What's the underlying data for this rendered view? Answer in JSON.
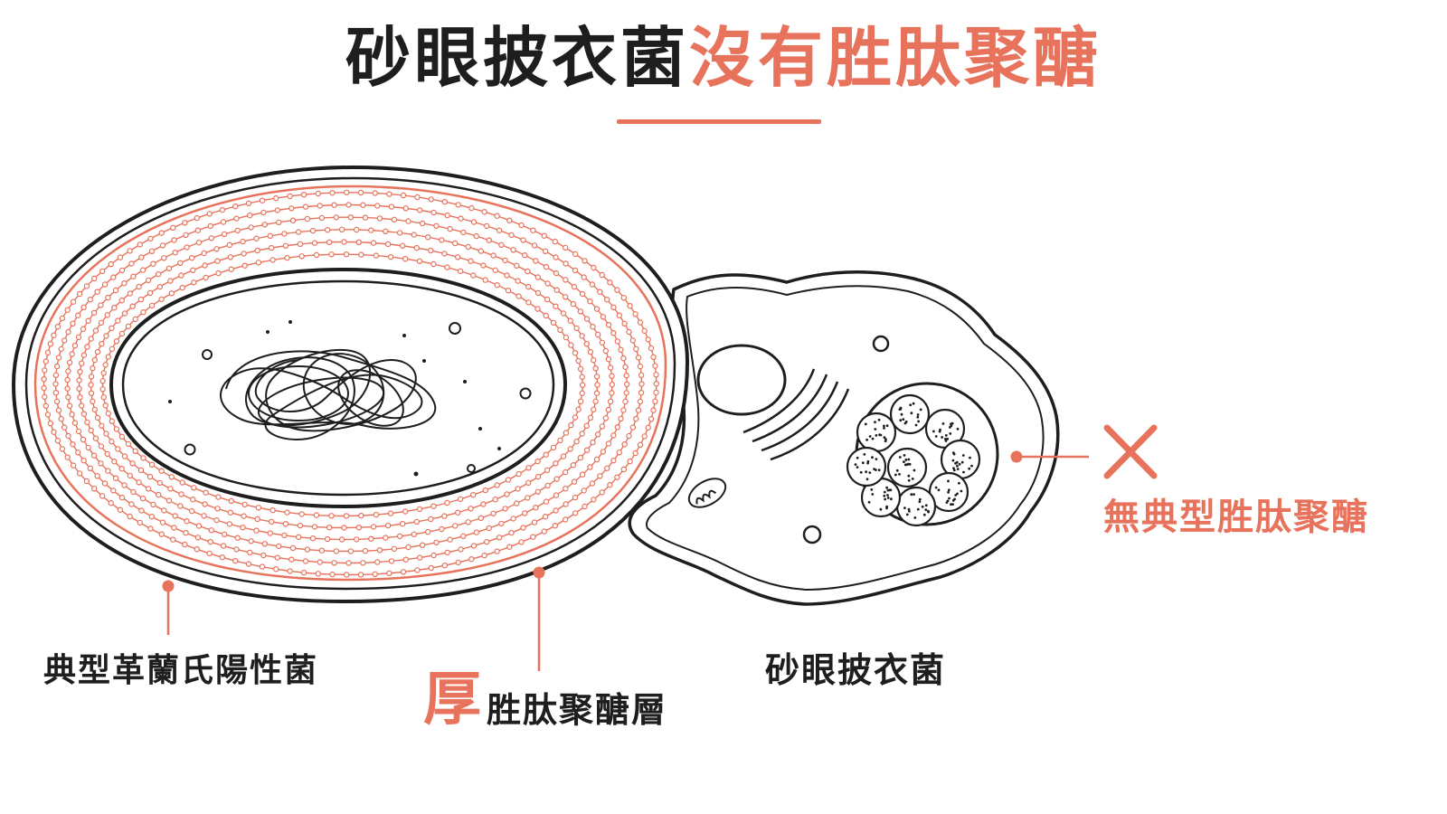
{
  "title": {
    "part_black": "砂眼披衣菌",
    "part_accent": "沒有胜肽聚醣"
  },
  "labels": {
    "gram_positive": "典型革蘭氏陽性菌",
    "thick_char": "厚",
    "thick_rest": "胜肽聚醣層",
    "chlamydia": "砂眼披衣菌",
    "no_peptidoglycan": "無典型胜肽聚醣"
  },
  "colors": {
    "accent": "#e8735c",
    "ink": "#1e1e1e"
  },
  "icons": {
    "absent_marker": "x-mark-icon"
  }
}
